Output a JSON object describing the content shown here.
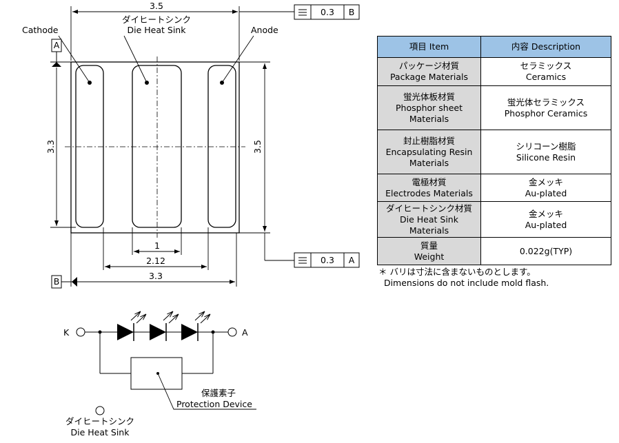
{
  "outline": {
    "dim_top": "3.5",
    "dim_left": "3.3",
    "dim_right": "3.5",
    "dim_heatsink_w": "1",
    "dim_pitch": "2.12",
    "dim_bottom": "3.3",
    "label_cathode": "Cathode",
    "label_anode": "Anode",
    "heatsink_jp": "ダイヒートシンク",
    "heatsink_en": "Die Heat Sink",
    "datum_a": "A",
    "datum_b": "B",
    "frame_top": {
      "symbol": "=",
      "value": "0.3",
      "datum": "B"
    },
    "frame_bottom": {
      "symbol": "=",
      "value": "0.3",
      "datum": "A"
    }
  },
  "circuit": {
    "k": "K",
    "a": "A",
    "prot_jp": "保護素子",
    "prot_en": "Protection Device",
    "sink_jp": "ダイヒートシンク",
    "sink_en": "Die Heat Sink"
  },
  "table": {
    "header_item": "項目 Item",
    "header_desc": "内容 Description",
    "rows": [
      {
        "item": [
          "パッケージ材質",
          "Package Materials"
        ],
        "desc": [
          "セラミックス",
          "Ceramics"
        ]
      },
      {
        "item": [
          "蛍光体板材質",
          "Phosphor sheet",
          "Materials"
        ],
        "desc": [
          "蛍光体セラミックス",
          "Phosphor Ceramics"
        ]
      },
      {
        "item": [
          "封止樹脂材質",
          "Encapsulating Resin",
          "Materials"
        ],
        "desc": [
          "シリコーン樹脂",
          "Silicone Resin"
        ]
      },
      {
        "item": [
          "電極材質",
          "Electrodes Materials"
        ],
        "desc": [
          "金メッキ",
          "Au-plated"
        ]
      },
      {
        "item": [
          "ダイヒートシンク材質",
          "Die Heat Sink",
          "Materials"
        ],
        "desc": [
          "金メッキ",
          "Au-plated"
        ]
      },
      {
        "item": [
          "質量",
          "Weight"
        ],
        "desc": [
          "0.022g(TYP)"
        ]
      }
    ]
  },
  "note": {
    "line1": "＊ バリは寸法に含まないものとします。",
    "line2": "  Dimensions do not include mold flash."
  }
}
